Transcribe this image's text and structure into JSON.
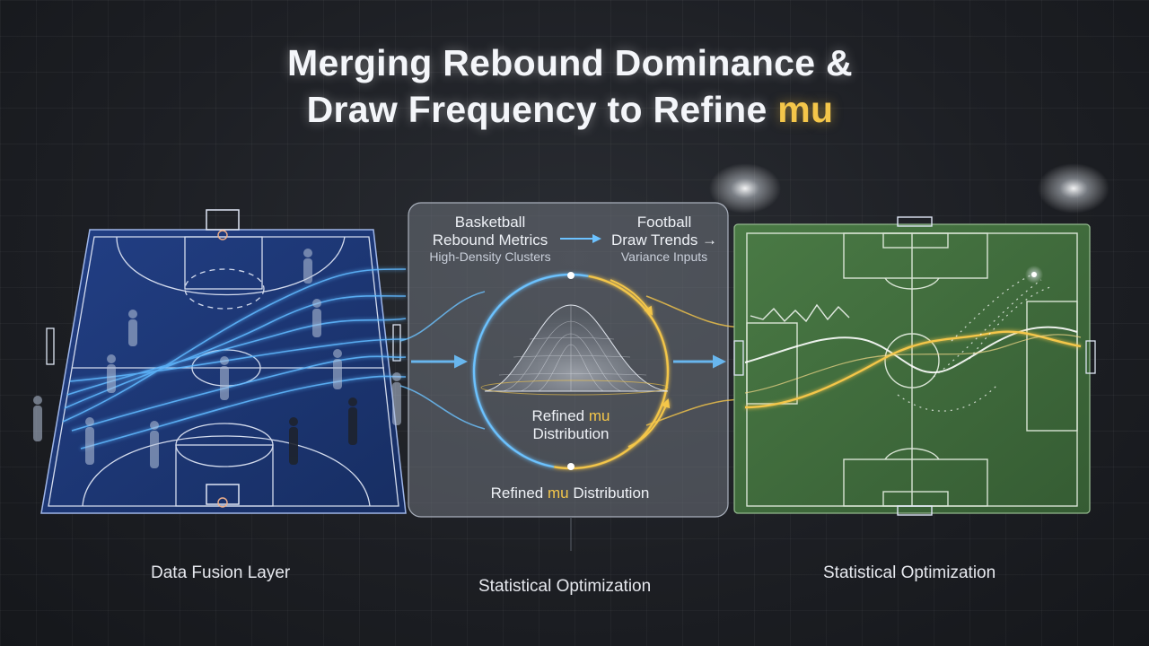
{
  "title": {
    "line1": "Merging Rebound Dominance &",
    "line2_prefix": "Draw Frequency to Refine ",
    "line2_accent": "mu"
  },
  "center_box": {
    "basketball_label": "Basketball",
    "basketball_metric": "Rebound Metrics",
    "basketball_arrow": "→",
    "basketball_sub": "High-Density Clusters",
    "football_label": "Football",
    "football_metric": "Draw Trends →",
    "football_sub": "Variance Inputs",
    "inner_label_prefix": "Refined ",
    "inner_label_accent": "mu",
    "inner_label_line2": "Distribution",
    "bottom_label_prefix": "Refined ",
    "bottom_label_accent": "mu",
    "bottom_label_suffix": " Distribution"
  },
  "captions": {
    "left": "Data Fusion Layer",
    "center": "Statistical Optimization",
    "right": "Statistical Optimization"
  },
  "colors": {
    "accent": "#f4c64a",
    "court_blue": "#1d3a78",
    "pitch_green": "#3f6a3c",
    "flow_blue": "#5fb8ff"
  }
}
